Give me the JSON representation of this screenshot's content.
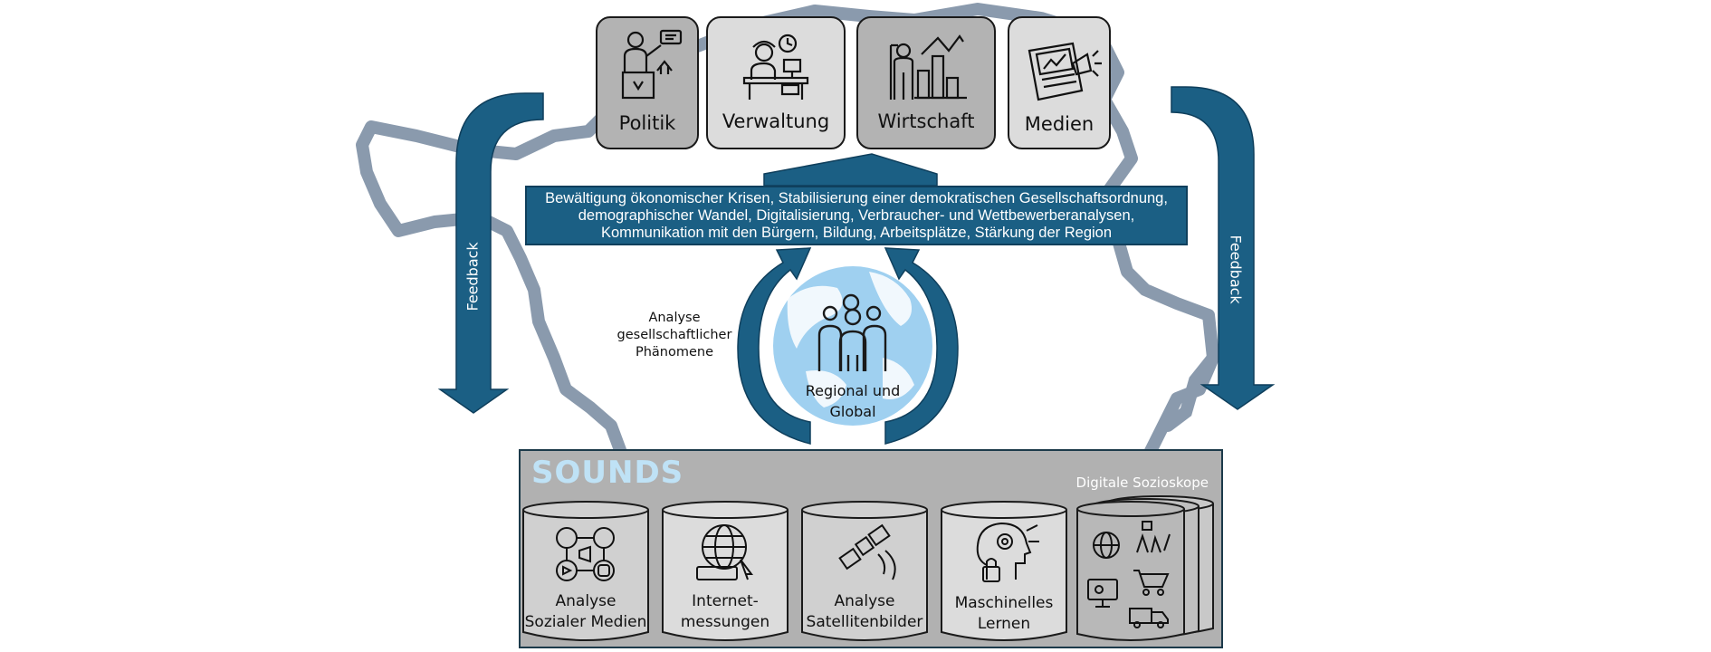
{
  "stakeholders": [
    {
      "label": "Politik",
      "icon": "politician-podium-icon",
      "fill": "#b3b3b3"
    },
    {
      "label": "Verwaltung",
      "icon": "office-worker-desk-icon",
      "fill": "#dcdcdc"
    },
    {
      "label": "Wirtschaft",
      "icon": "business-chart-presenter-icon",
      "fill": "#b3b3b3"
    },
    {
      "label": "Medien",
      "icon": "newspaper-megaphone-icon",
      "fill": "#dcdcdc"
    }
  ],
  "banner": {
    "lines": [
      "Bewältigung ökonomischer Krisen, Stabilisierung einer demokratischen Gesellschaftsordnung,",
      "demographischer Wandel, Digitalisierung, Verbraucher- und Wettbewerberanalysen,",
      "Kommunikation mit den Bürgern, Bildung, Arbeitsplätze, Stärkung der Region"
    ]
  },
  "feedback": {
    "left": "Feedback",
    "right": "Feedback"
  },
  "analysis": {
    "lines": [
      "Analyse",
      "gesellschaftlicher",
      "Phänomene"
    ]
  },
  "globe": {
    "lines": [
      "Regional und",
      "Global"
    ],
    "icon": "people-group-icon"
  },
  "sounds": {
    "title": "SOUNDS",
    "subtitle": "Digitale Sozioskope",
    "items": [
      {
        "lines": [
          "Analyse",
          "Sozialer Medien"
        ],
        "icon": "social-media-icon",
        "fill": "#d0d0d0"
      },
      {
        "lines": [
          "Internet-",
          "messungen"
        ],
        "icon": "globe-www-icon",
        "fill": "#dcdcdc"
      },
      {
        "lines": [
          "Analyse",
          "Satellitenbilder"
        ],
        "icon": "satellite-icon",
        "fill": "#d0d0d0"
      },
      {
        "lines": [
          "Maschinelles",
          "Lernen"
        ],
        "icon": "ai-head-gears-icon",
        "fill": "#dcdcdc"
      },
      {
        "lines": [],
        "icon": "misc-data-sources-icon",
        "fill": "#b8b8b8"
      }
    ]
  },
  "colors": {
    "accent": "#1b5f84",
    "map_outline": "#8a9aad",
    "sounds_title": "#bfe2f6"
  }
}
